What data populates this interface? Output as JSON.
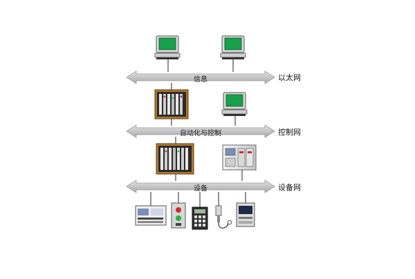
{
  "buses": [
    {
      "label": "信息",
      "side_label": "以太网"
    },
    {
      "label": "自动化与控制",
      "side_label": "控制网"
    },
    {
      "label": "设备",
      "side_label": "设备网"
    }
  ],
  "colors": {
    "bus_fill": "#c8c8c8",
    "bus_edge": "#9a9a9a",
    "monitor_screen": "#19a04a",
    "rack_frame": "#b07a2c",
    "connector": "#6b6b6b"
  },
  "icons": [
    "computer-icon",
    "computer-icon",
    "plc-rack-icon",
    "computer-icon",
    "plc-rack-icon",
    "controller-cabinet-icon",
    "drive-unit-icon",
    "push-button-station-icon",
    "keypad-terminal-icon",
    "sensor-probe-icon",
    "operator-panel-icon"
  ]
}
